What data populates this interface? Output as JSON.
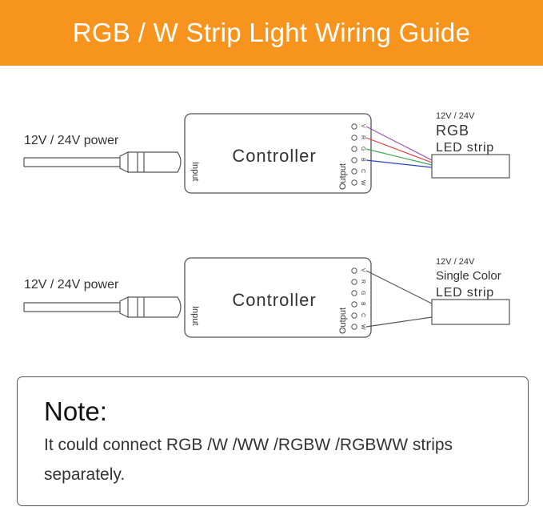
{
  "title": "RGB / W Strip Light Wiring Guide",
  "diagram_top": {
    "power_label": "12V / 24V power",
    "controller_label": "Controller",
    "input_label": "Input",
    "output_label": "Output",
    "pins": [
      "V",
      "R",
      "G",
      "B",
      "C",
      "W"
    ],
    "strip_voltage": "12V / 24V",
    "strip_type": "RGB",
    "strip_label": "LED strip",
    "wire_colors": [
      "#9b4fa8",
      "#e0393e",
      "#3fa84f",
      "#2b3fc4"
    ]
  },
  "diagram_bottom": {
    "power_label": "12V / 24V power",
    "controller_label": "Controller",
    "input_label": "Input",
    "output_label": "Output",
    "pins": [
      "V",
      "R",
      "G",
      "B",
      "C",
      "W"
    ],
    "strip_voltage": "12V / 24V",
    "strip_type": "Single Color",
    "strip_label": "LED strip",
    "wire_color": "#555555"
  },
  "note": {
    "heading": "Note:",
    "text": "It could connect RGB /W /WW /RGBW /RGBWW strips separately."
  },
  "colors": {
    "header_bg": "#f7941d",
    "header_text": "#ffffff",
    "outline": "#555555"
  }
}
